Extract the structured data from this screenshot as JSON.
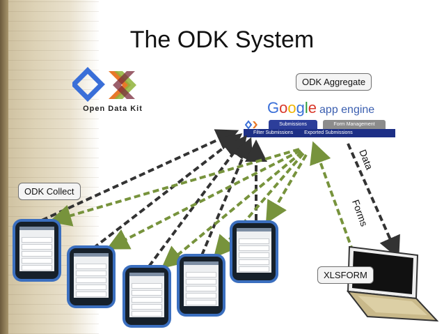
{
  "title": "The ODK System",
  "labels": {
    "aggregate": "ODK Aggregate",
    "collect": "ODK Collect",
    "xlsform": "XLSFORM",
    "data": "Data",
    "forms": "Forms"
  },
  "logo": {
    "caption": "Open Data Kit"
  },
  "app_engine": {
    "google": [
      "G",
      "o",
      "o",
      "g",
      "l",
      "e"
    ],
    "suffix": "app engine",
    "tabs": [
      "Submissions",
      "Form Management"
    ],
    "subtabs": [
      "Filter Submissions",
      "Exported Submissions"
    ]
  },
  "colors": {
    "dark_arrow": "#333333",
    "green_arrow": "#77933c",
    "phone_border": "#3b6fbf"
  }
}
